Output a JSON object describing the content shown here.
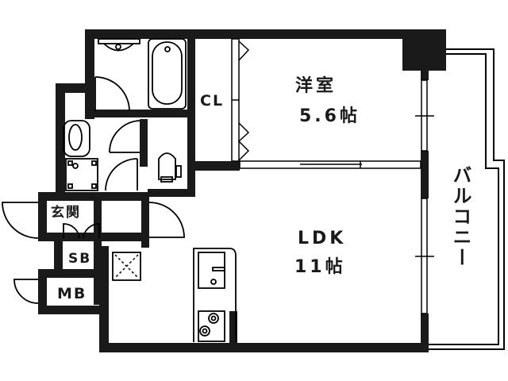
{
  "floor_plan": {
    "rooms": [
      {
        "id": "western-room",
        "name": "洋室",
        "size": "5.6帖"
      },
      {
        "id": "ldk",
        "name": "LDK",
        "size": "11帖"
      },
      {
        "id": "closet",
        "name": "CL"
      },
      {
        "id": "entrance",
        "name": "玄関"
      },
      {
        "id": "shoe-box",
        "name": "SB"
      },
      {
        "id": "meter-box",
        "name": "MB"
      },
      {
        "id": "balcony",
        "name": "バルコニー"
      }
    ],
    "fixtures": [
      "washbasin",
      "bathtub",
      "washing-machine-pan",
      "toilet",
      "refrigerator-space",
      "kitchen-sink",
      "gas-stove"
    ],
    "colors": {
      "wall": "#1a1a1a",
      "background": "#ffffff",
      "line": "#000000"
    }
  }
}
